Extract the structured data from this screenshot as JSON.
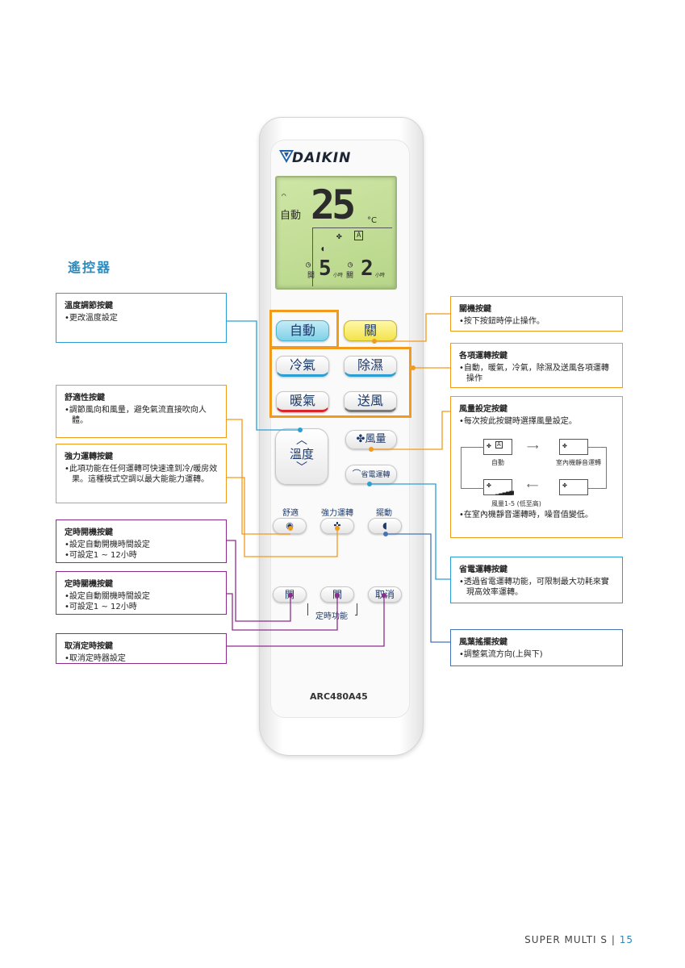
{
  "section_title": "遙控器",
  "brand": "DAIKIN",
  "model": "ARC480A45",
  "lcd": {
    "temp": "25",
    "unit": "°C",
    "mode": "自動",
    "fan_a": "A",
    "timer_on_label": "開",
    "timer_on_value": "5",
    "timer_off_label": "關",
    "timer_off_value": "2",
    "hour": "小時"
  },
  "buttons": {
    "auto": "自動",
    "off": "關",
    "cool": "冷氣",
    "dry": "除濕",
    "heat": "暖氣",
    "fan": "送風",
    "temp": "溫度",
    "fan_speed": "風量",
    "econo": "省電運轉",
    "comfort": "舒適",
    "powerful": "強力運轉",
    "swing": "擺動",
    "timer_on": "開",
    "timer_off": "關",
    "timer_cancel": "取消",
    "timer_group": "定時功能"
  },
  "annotations": {
    "temp": {
      "title": "溫度調節按鍵",
      "items": [
        "更改溫度設定"
      ]
    },
    "comfort": {
      "title": "舒適性按鍵",
      "items": [
        "調節風向和風量，避免氣流直接吹向人體。"
      ]
    },
    "powerful": {
      "title": "強力運轉按鍵",
      "items": [
        "此項功能在任何運轉可快速達到冷/暖房效果。這種模式空調以最大能能力運轉。"
      ]
    },
    "timer_on": {
      "title": "定時開機按鍵",
      "items": [
        "設定自動開機時間設定",
        "可設定1 ~ 12小時"
      ]
    },
    "timer_off": {
      "title": "定時關機按鍵",
      "items": [
        "設定自動關機時間設定",
        "可設定1 ~ 12小時"
      ]
    },
    "timer_cancel": {
      "title": "取消定時按鍵",
      "items": [
        "取消定時器設定"
      ]
    },
    "off": {
      "title": "關機按鍵",
      "items": [
        "按下按鈕時停止操作。"
      ]
    },
    "modes": {
      "title": "各項運轉按鍵",
      "items": [
        "自動，暖氣，冷氣，除濕及送風各項運轉操作"
      ]
    },
    "fan_speed": {
      "title": "風量設定按鍵",
      "items": [
        "每次按此按鍵時選擇風量設定。"
      ],
      "footer_items": [
        "在室內機靜音運轉時，噪音值變低。"
      ]
    },
    "econo": {
      "title": "省電運轉按鍵",
      "items": [
        "透過省電運轉功能，可限制最大功耗來實現高效率運轉。"
      ]
    },
    "swing": {
      "title": "風葉搖擺按鍵",
      "items": [
        "調整氣流方向(上與下)"
      ]
    }
  },
  "fan_diagram": {
    "auto_label": "自動",
    "quiet_label": "室內機靜音運轉",
    "levels_label": "風量1-5 (低至高)",
    "mini_a": "A"
  },
  "footer": {
    "text": "SUPER MULTI S",
    "sep": "|",
    "page": "15"
  },
  "colors": {
    "blue": "#2b9fd3",
    "orange": "#f29a1b",
    "purple": "#8d2c8c",
    "navy": "#4474b8",
    "title_blue": "#2a8bbf"
  }
}
